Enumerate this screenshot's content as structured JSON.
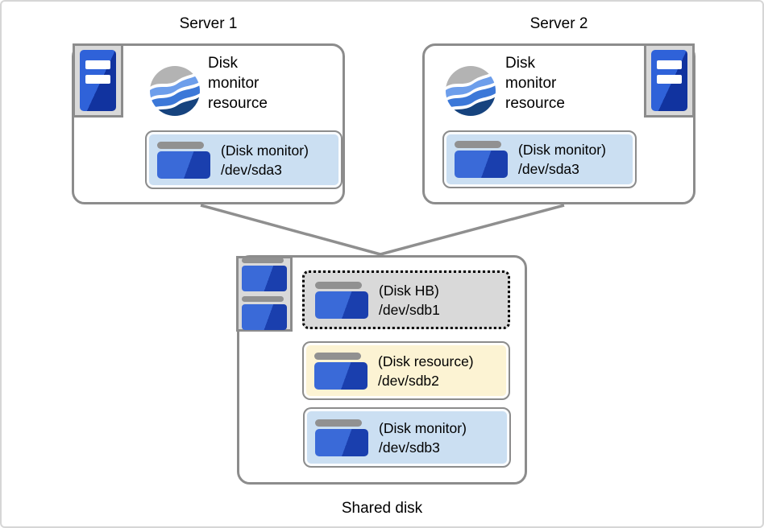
{
  "palette": {
    "box_border": "#8c8c8c",
    "connector": "#8f8f8f",
    "partition_blue": "#cbdff2",
    "partition_cream": "#fcf3d3",
    "partition_gray": "#d9d9d9",
    "disk_blue_light": "#3a6ad8",
    "disk_blue_dark": "#1a3fae",
    "icon_bar_gray": "#919191",
    "swirl_gray": "#b3b3b3",
    "swirl_blue_light": "#6d9eeb",
    "swirl_blue_mid": "#3c78d8",
    "swirl_blue_dark": "#16437e"
  },
  "server1": {
    "title": "Server 1",
    "resource_label": "Disk\nmonitor\nresource",
    "partition": {
      "name": "(Disk monitor)",
      "device": "/dev/sda3"
    }
  },
  "server2": {
    "title": "Server 2",
    "resource_label": "Disk\nmonitor\nresource",
    "partition": {
      "name": "(Disk monitor)",
      "device": "/dev/sda3"
    }
  },
  "shared_disk": {
    "label": "Shared disk",
    "partitions": [
      {
        "name": "(Disk HB)",
        "device": "/dev/sdb1"
      },
      {
        "name": "(Disk resource)",
        "device": "/dev/sdb2"
      },
      {
        "name": "(Disk monitor)",
        "device": "/dev/sdb3"
      }
    ]
  }
}
